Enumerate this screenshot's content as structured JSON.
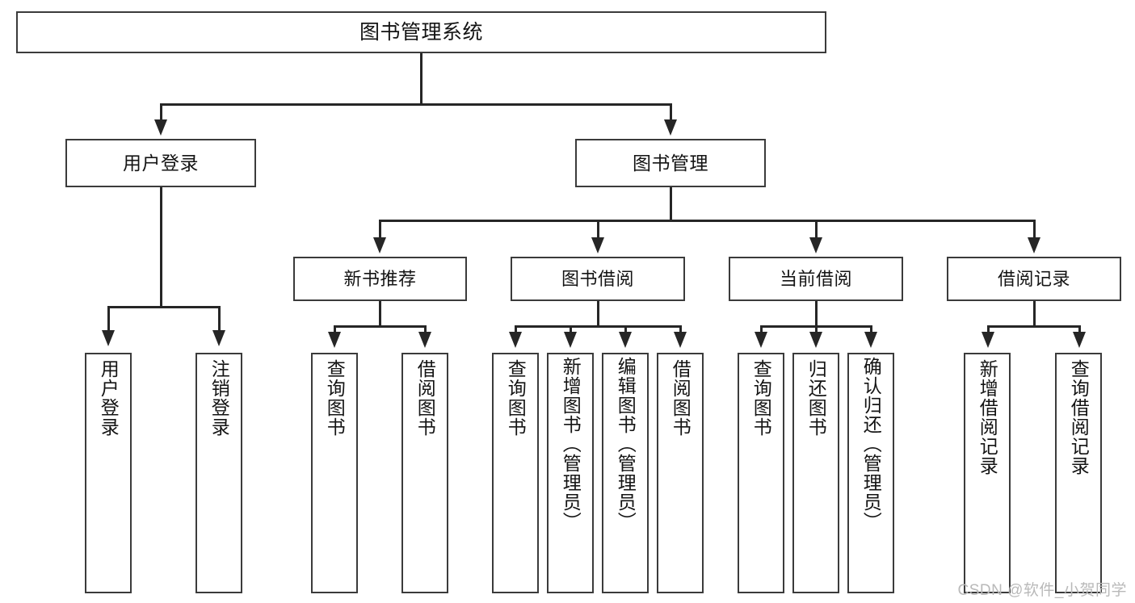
{
  "diagram": {
    "type": "tree",
    "title": "图书管理系统",
    "root": {
      "label": "图书管理系统"
    },
    "level2": [
      {
        "label": "用户登录"
      },
      {
        "label": "图书管理"
      }
    ],
    "level3": [
      {
        "label": "新书推荐"
      },
      {
        "label": "图书借阅"
      },
      {
        "label": "当前借阅"
      },
      {
        "label": "借阅记录"
      }
    ],
    "leaves": {
      "user_login": [
        {
          "label": "用户登录"
        },
        {
          "label": "注销登录"
        }
      ],
      "new_book_recommend": [
        {
          "label": "查询图书"
        },
        {
          "label": "借阅图书"
        }
      ],
      "book_borrow": [
        {
          "label": "查询图书"
        },
        {
          "label": "新增图书（管理员）"
        },
        {
          "label": "编辑图书（管理员）"
        },
        {
          "label": "借阅图书"
        }
      ],
      "current_borrow": [
        {
          "label": "查询图书"
        },
        {
          "label": "归还图书"
        },
        {
          "label": "确认归还（管理员）"
        }
      ],
      "borrow_record": [
        {
          "label": "新增借阅记录"
        },
        {
          "label": "查询借阅记录"
        }
      ]
    }
  },
  "watermark": {
    "text": "CSDN @软件_小贺同学"
  },
  "colors": {
    "box_border": "#3b3b3b",
    "line": "#262626",
    "background": "#ffffff",
    "text": "#141414",
    "watermark": "#b9b9b9"
  }
}
